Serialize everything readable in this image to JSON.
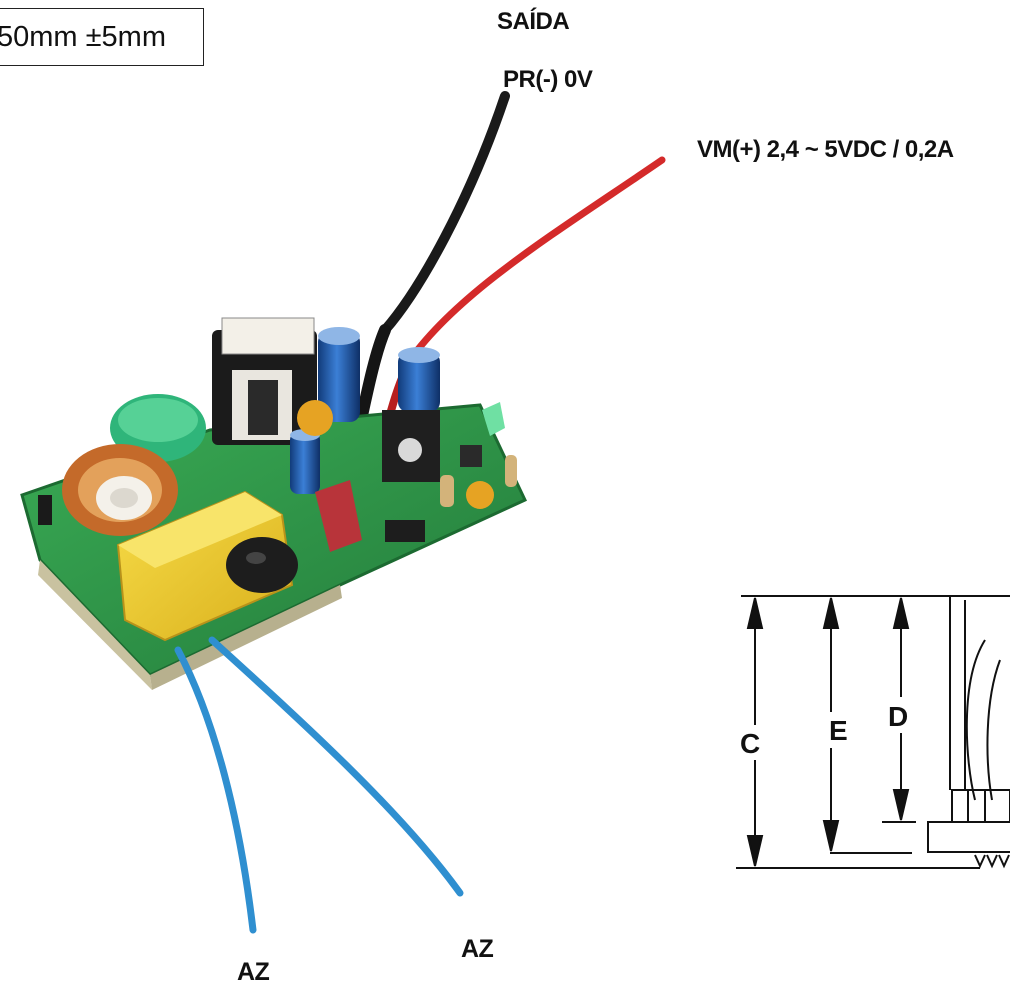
{
  "header_box": {
    "text": "50mm  ±5mm"
  },
  "labels": {
    "output": "SAÍDA",
    "negative": "PR(-)  0V",
    "positive": "VM(+)  2,4 ~ 5VDC / 0,2A",
    "input_left": "AZ",
    "input_right": "AZ"
  },
  "dimensions": {
    "c": "C",
    "e": "E",
    "d": "D"
  },
  "colors": {
    "pcb_green": "#2f9a4a",
    "wire_black": "#1a1a1a",
    "wire_red": "#d42a2a",
    "wire_blue": "#2f8fd0",
    "capacitor_yellow": "#f2cf2a",
    "capacitor_blue": "#1f5fb0"
  }
}
